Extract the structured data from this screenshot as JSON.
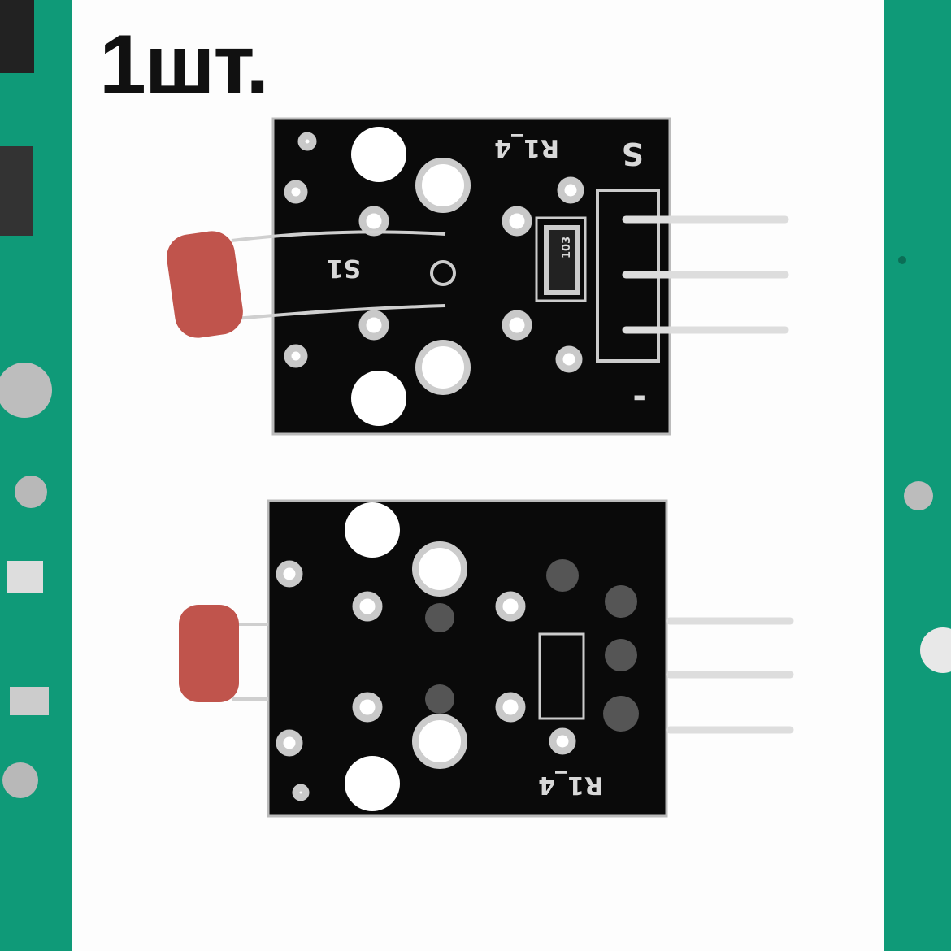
{
  "caption": "1шт.",
  "top_board": {
    "pin_label_signal": "S",
    "pin_label_ground": "-",
    "designator_resistor": "R1_4",
    "designator_sensor": "S1",
    "resistor_marking": "103"
  },
  "bottom_board": {
    "designator_resistor": "R1_4"
  },
  "colors": {
    "pcb_side": "#0f9a78",
    "module_pcb": "#0a0a0a",
    "pads": "#c9c9c9",
    "photoresistor": "#c0544c"
  }
}
